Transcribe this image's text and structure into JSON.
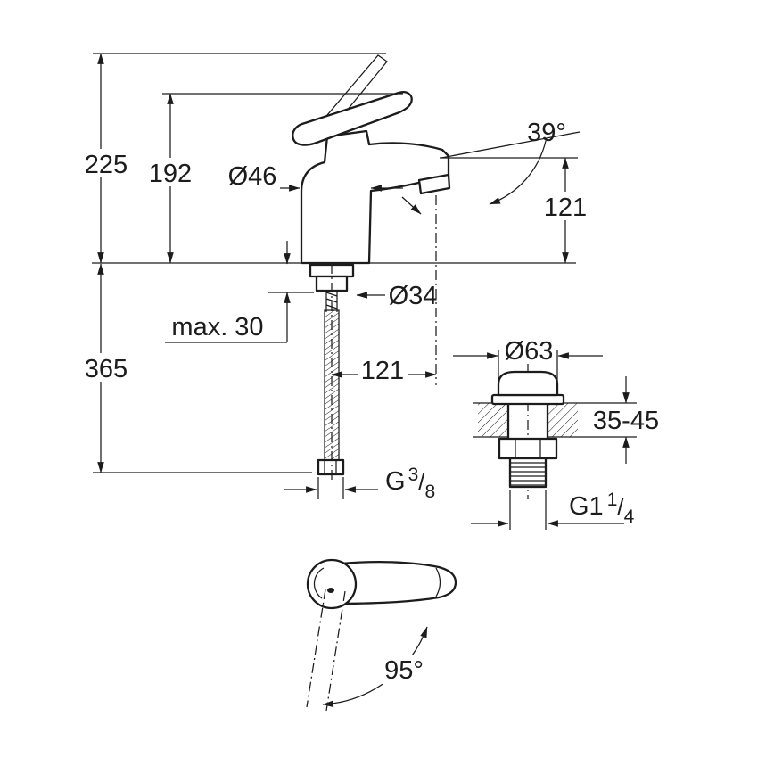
{
  "drawing": {
    "type": "technical-dimension-drawing",
    "subject": "single-lever basin mixer faucet with pop-up waste",
    "background_color": "#ffffff",
    "line_color": "#1c1c1c"
  },
  "dimensions": {
    "overall_height": "225",
    "spout_height": "192",
    "body_diameter": "Ø46",
    "spout_angle": "39°",
    "outlet_height": "121",
    "max_deck_thickness": "max. 30",
    "hole_diameter": "Ø34",
    "hose_length": "365",
    "spout_reach": "121",
    "drain_flange_diameter": "Ø63",
    "drain_deck_range": "35-45",
    "handle_swivel_angle": "95°",
    "hose_thread": {
      "prefix": "G",
      "numerator": "3",
      "slash": "/",
      "denominator": "8"
    },
    "drain_thread": {
      "prefix": "G1",
      "numerator": "1",
      "slash": "/",
      "denominator": "4"
    }
  }
}
